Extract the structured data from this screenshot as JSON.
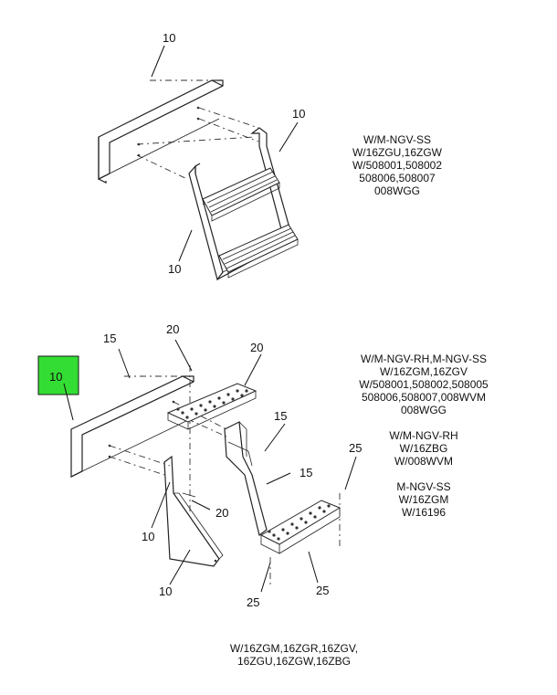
{
  "callouts": {
    "top_10_a": "10",
    "top_10_b": "10",
    "top_10_c": "10",
    "bot_15_a": "15",
    "bot_20_a": "20",
    "bot_20_b": "20",
    "bot_10_highlight": "10",
    "bot_15_b": "15",
    "bot_15_c": "15",
    "bot_25_a": "25",
    "bot_20_c": "20",
    "bot_10_a": "10",
    "bot_10_b": "10",
    "bot_25_b": "25",
    "bot_25_c": "25"
  },
  "highlight_color": "#33dd33",
  "notes": {
    "top": [
      "W/M-NGV-SS",
      "W/16ZGU,16ZGW",
      "W/508001,508002",
      "508006,508007",
      "008WGG"
    ],
    "bottom_1": [
      "W/M-NGV-RH,M-NGV-SS",
      "W/16ZGM,16ZGV",
      "W/508001,508002,508005",
      "508006,508007,008WVM",
      "008WGG"
    ],
    "bottom_2": [
      "W/M-NGV-RH",
      "W/16ZBG",
      "W/008WVM"
    ],
    "bottom_3": [
      "M-NGV-SS",
      "W/16ZGM",
      "W/16196"
    ],
    "footer": [
      "W/16ZGM,16ZGR,16ZGV,",
      "16ZGU,16ZGW,16ZBG"
    ]
  }
}
